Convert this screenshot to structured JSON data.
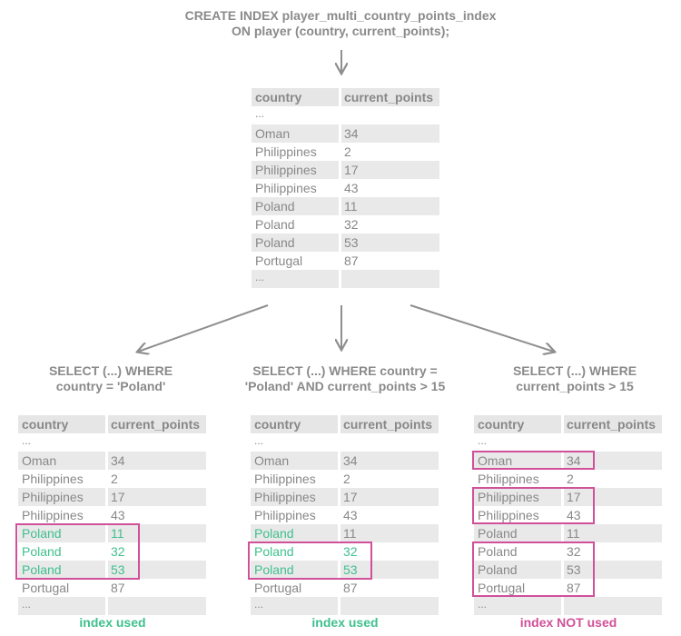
{
  "top_sql": {
    "line1": "CREATE INDEX player_multi_country_points_index",
    "line2": "ON player (country, current_points);"
  },
  "headers": {
    "country": "country",
    "points": "current_points"
  },
  "ellipsis": "...",
  "rows": [
    {
      "country": "Oman",
      "points": "34"
    },
    {
      "country": "Philippines",
      "points": "2"
    },
    {
      "country": "Philippines",
      "points": "17"
    },
    {
      "country": "Philippines",
      "points": "43"
    },
    {
      "country": "Poland",
      "points": "11"
    },
    {
      "country": "Poland",
      "points": "32"
    },
    {
      "country": "Poland",
      "points": "53"
    },
    {
      "country": "Portugal",
      "points": "87"
    }
  ],
  "queries": [
    {
      "line1": "SELECT (...) WHERE",
      "line2": "country = 'Poland'",
      "result": "index used",
      "result_color": "#3fc08f",
      "highlight_color": "#d0509a"
    },
    {
      "line1": "SELECT (...) WHERE country =",
      "line2": "'Poland' AND current_points > 15",
      "result": "index used",
      "result_color": "#3fc08f",
      "highlight_color": "#d0509a"
    },
    {
      "line1": "SELECT (...) WHERE",
      "line2": "current_points  > 15",
      "result": "index NOT used",
      "result_color": "#d0509a",
      "highlight_color": "#d0509a"
    }
  ],
  "colors": {
    "text_gray": "#888888",
    "row_fill": "#e9e9e9",
    "green": "#3fc08f",
    "magenta": "#d0509a",
    "arrow": "#8f8f8f"
  }
}
